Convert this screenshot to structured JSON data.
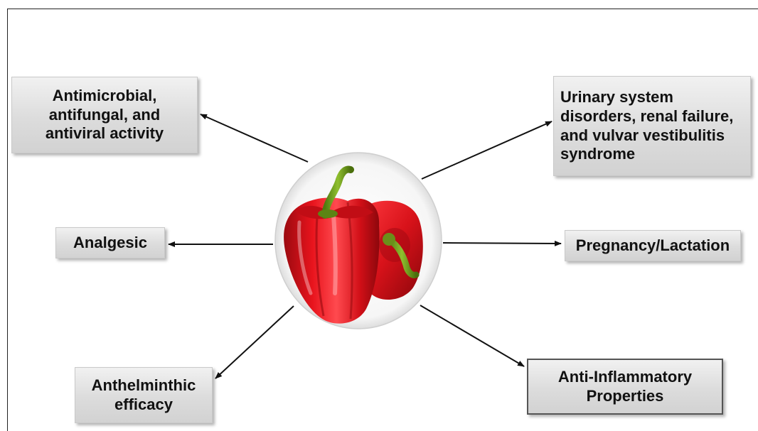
{
  "center": {
    "image": "red bell peppers"
  },
  "boxes": {
    "antimicrobial": "Antimicrobial,\nantifungal, and\nantiviral activity",
    "analgesic": "Analgesic",
    "anthelminthic": "Anthelminthic\nefficacy",
    "urinary": "Urinary system\ndisorders, renal failure,\nand vulvar vestibulitis\nsyndrome",
    "pregnancy": "Pregnancy/Lactation",
    "antiinflammatory": "Anti-Inflammatory\nProperties"
  },
  "colors": {
    "box_fill": "#dcdcdc",
    "arrow": "#111111",
    "pepper_red": "#e0141c",
    "stem_green": "#6e9a1e"
  }
}
